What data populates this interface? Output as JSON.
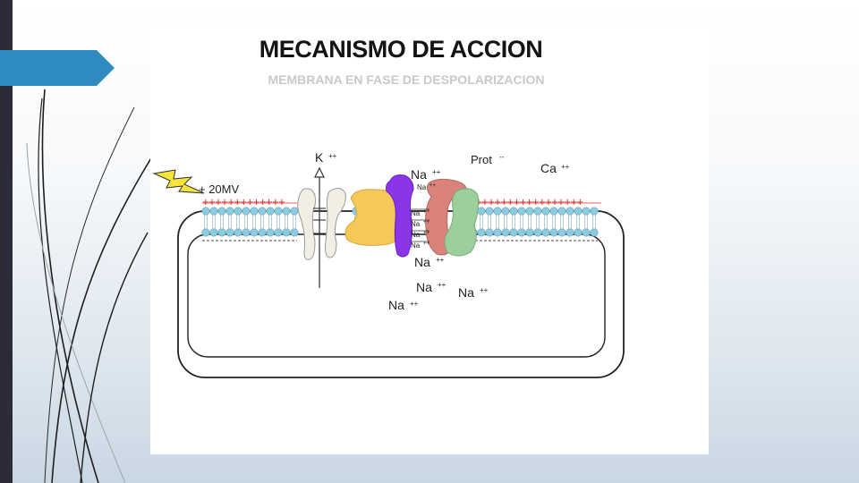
{
  "slide": {
    "title": "MECANISMO DE ACCION",
    "subtitle": "MEMBRANA EN FASE DE DESPOLARIZACION"
  },
  "diagram": {
    "voltage_label": "+ 20MV",
    "ion_labels": {
      "k": "K",
      "k_charge": "++",
      "na_top": "Na",
      "na_top_charge": "++",
      "na_channel_1": "Na",
      "na_channel_1_charge": "++",
      "na_channel_2": "Na",
      "na_channel_2_charge": "++",
      "na_channel_3": "Na",
      "na_channel_3_charge": "++",
      "na_channel_4": "Na",
      "na_channel_4_charge": "++",
      "na_channel_5": "Na",
      "na_channel_5_charge": "++",
      "prot": "Prot",
      "prot_charge": "--",
      "ca": "Ca",
      "ca_charge": "++",
      "na_in_1": "Na",
      "na_in_1_charge": "++",
      "na_in_2": "Na",
      "na_in_2_charge": "++",
      "na_in_3": "Na",
      "na_in_3_charge": "++",
      "na_in_4": "Na",
      "na_in_4_charge": "++"
    },
    "plus_row_left": "+++++++++++++",
    "plus_row_right": "++++++++++++++++++",
    "colors": {
      "positive_charge": "#e0302c",
      "lipid_head": "#8ecbe0",
      "lipid_head_stroke": "#5a9fb8",
      "channel_k": "#f1eee4",
      "channel_yellow": "#f5c85a",
      "channel_purple": "#8a35e8",
      "channel_red": "#d9837a",
      "channel_green": "#9ccf9c",
      "lightning": "#f7e43a"
    }
  }
}
